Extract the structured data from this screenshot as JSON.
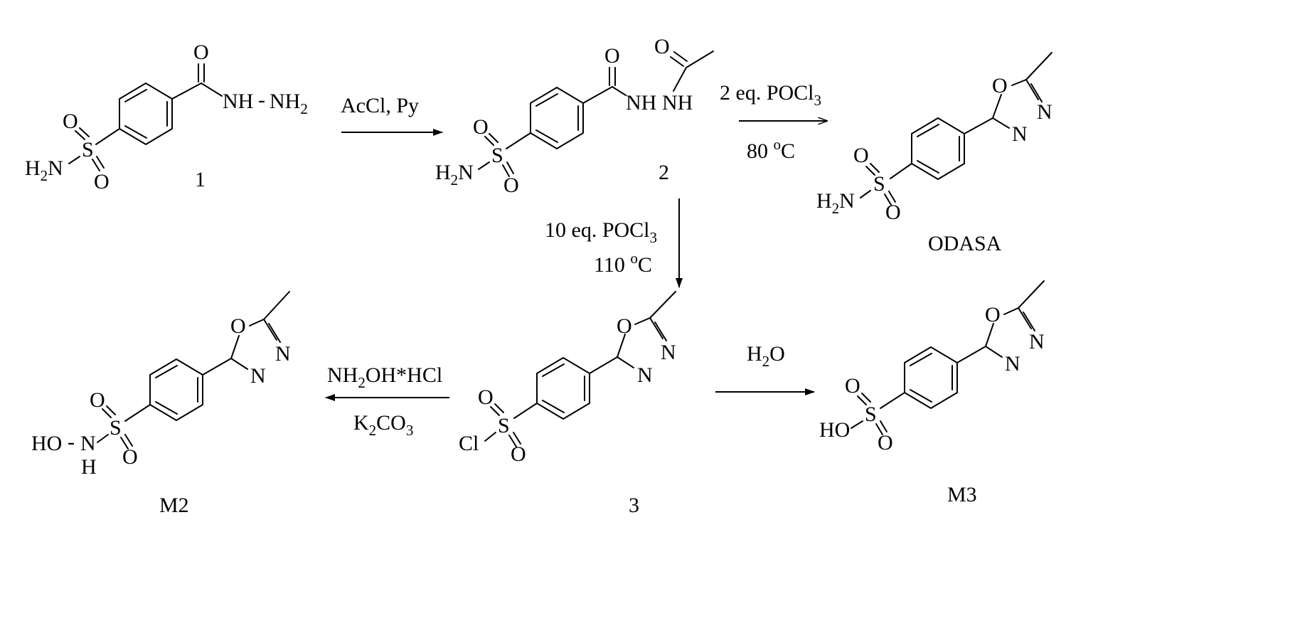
{
  "compounds": {
    "c1": {
      "label": "1"
    },
    "c2": {
      "label": "2"
    },
    "c3": {
      "label": "3"
    },
    "odasa": {
      "label": "ODASA"
    },
    "m2": {
      "label": "M2"
    },
    "m3": {
      "label": "M3"
    }
  },
  "atoms": {
    "O": "O",
    "N": "N",
    "S": "S",
    "H": "H",
    "Cl": "Cl",
    "H2N_H": "H",
    "H2N_2": "2",
    "H2N_N": "N",
    "NH": "NH",
    "NH2": "NH",
    "NH2_sub": "2",
    "HO": "HO",
    "dash": "-"
  },
  "reactions": {
    "r1": {
      "reagent": "AcCl, Py"
    },
    "r2": {
      "reagent_a": "2 eq. POCl",
      "reagent_sub": "3",
      "cond_a": "80 ",
      "cond_sup": "o",
      "cond_b": "C"
    },
    "r3": {
      "reagent_a": "10 eq. POCl",
      "reagent_sub": "3",
      "cond_a": "110 ",
      "cond_sup": "o",
      "cond_b": "C"
    },
    "r4": {
      "reagent_a": "H",
      "reagent_sub": "2",
      "reagent_b": "O"
    },
    "r5": {
      "reagent_a": "NH",
      "reagent_sub": "2",
      "reagent_b": "OH*HCl",
      "base_a": "K",
      "base_sub1": "2",
      "base_b": "CO",
      "base_sub2": "3"
    }
  }
}
